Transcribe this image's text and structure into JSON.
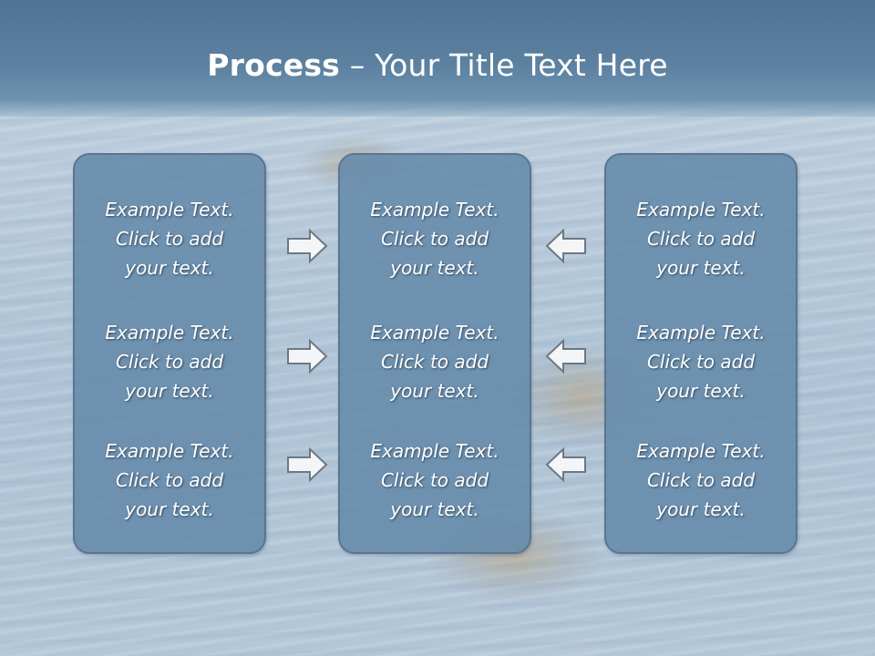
{
  "slide": {
    "title_bold": "Process",
    "title_rest": " – Your Title Text Here"
  },
  "columns": [
    {
      "items": [
        {
          "l1": "Example Text.",
          "l2": "Click  to add",
          "l3": "your text."
        },
        {
          "l1": "Example Text.",
          "l2": "Click  to add",
          "l3": "your text."
        },
        {
          "l1": "Example Text.",
          "l2": "Click  to add",
          "l3": "your text."
        }
      ]
    },
    {
      "items": [
        {
          "l1": "Example Text.",
          "l2": "Click  to add",
          "l3": "your text."
        },
        {
          "l1": "Example Text.",
          "l2": "Click  to add",
          "l3": "your text."
        },
        {
          "l1": "Example Text.",
          "l2": "Click  to add",
          "l3": "your text."
        }
      ]
    },
    {
      "items": [
        {
          "l1": "Example Text.",
          "l2": "Click  to add",
          "l3": "your text."
        },
        {
          "l1": "Example Text.",
          "l2": "Click  to add",
          "l3": "your text."
        },
        {
          "l1": "Example Text.",
          "l2": "Click  to add",
          "l3": "your text."
        }
      ]
    }
  ],
  "arrows": {
    "left_side": "arrow-right-icon",
    "right_side": "arrow-left-icon"
  },
  "colors": {
    "title_band": "#5c81a0",
    "box_fill": "#6a8fae",
    "box_border": "#5b7590",
    "text": "#ffffff"
  }
}
